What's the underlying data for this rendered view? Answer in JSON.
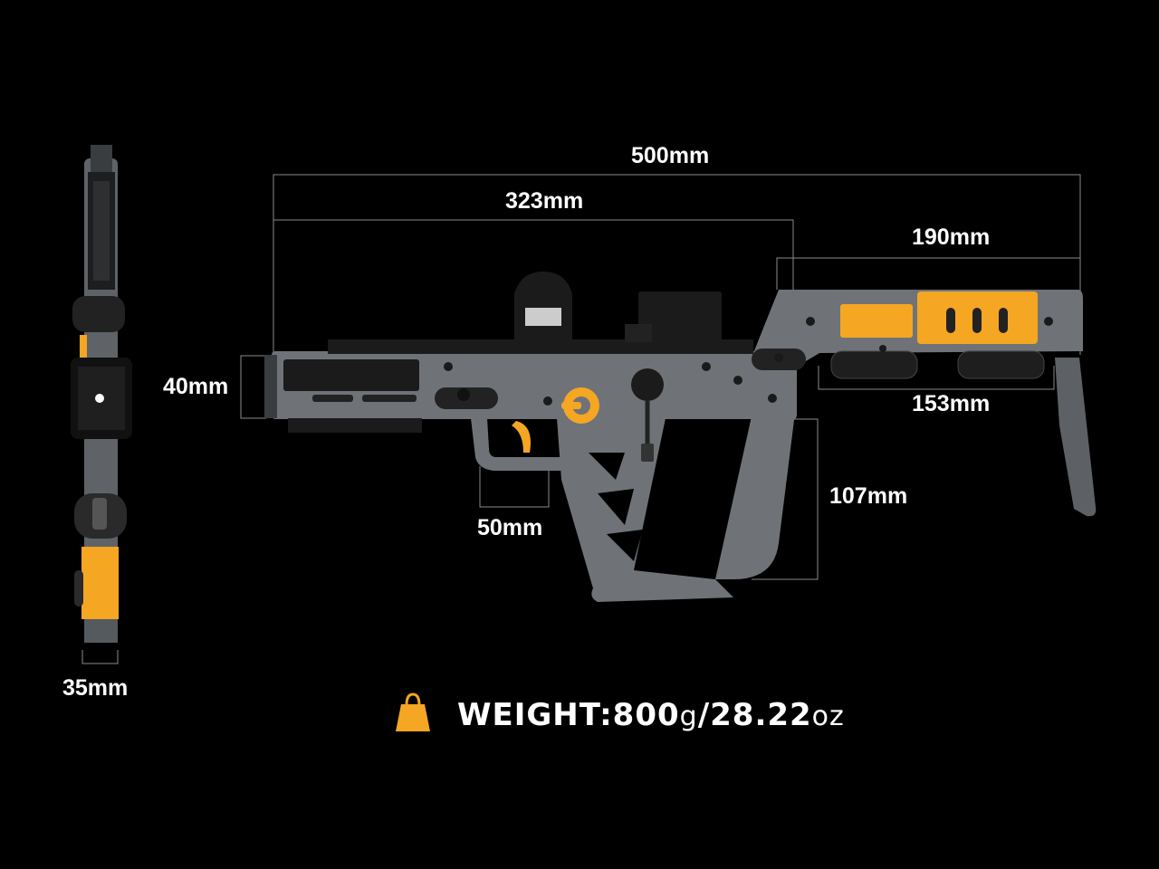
{
  "colors": {
    "accent": "#F5A623",
    "body": "#6f7378",
    "dark": "#1c1c1c",
    "line": "#9a9a9a"
  },
  "dimensions": {
    "total_length": "500mm",
    "receiver_length": "323mm",
    "stock_length": "190mm",
    "stock_pad_length": "153mm",
    "grip_height": "107mm",
    "trigger_guard": "50mm",
    "receiver_height": "40mm",
    "width": "35mm"
  },
  "weight": {
    "icon": "weight-bag-icon",
    "label": "WEIGHT:",
    "grams": "800",
    "grams_unit": "g",
    "separator": "/",
    "ounces": "28.22",
    "ounces_unit": "oz"
  }
}
